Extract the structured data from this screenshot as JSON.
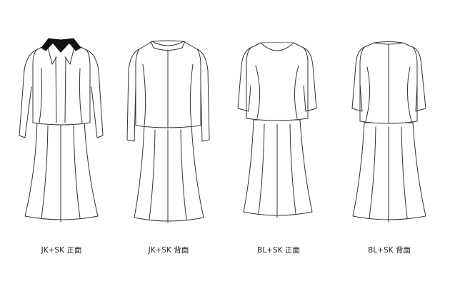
{
  "figures": [
    {
      "id": "jk-sk-front",
      "caption": "JK+SK 正面"
    },
    {
      "id": "jk-sk-back",
      "caption": "JK+SK 背面"
    },
    {
      "id": "bl-sk-front",
      "caption": "BL+SK 正面"
    },
    {
      "id": "bl-sk-back",
      "caption": "BL+SK 背面"
    }
  ],
  "colors": {
    "line": "#333333",
    "collar": "#111111",
    "background": "#ffffff"
  }
}
